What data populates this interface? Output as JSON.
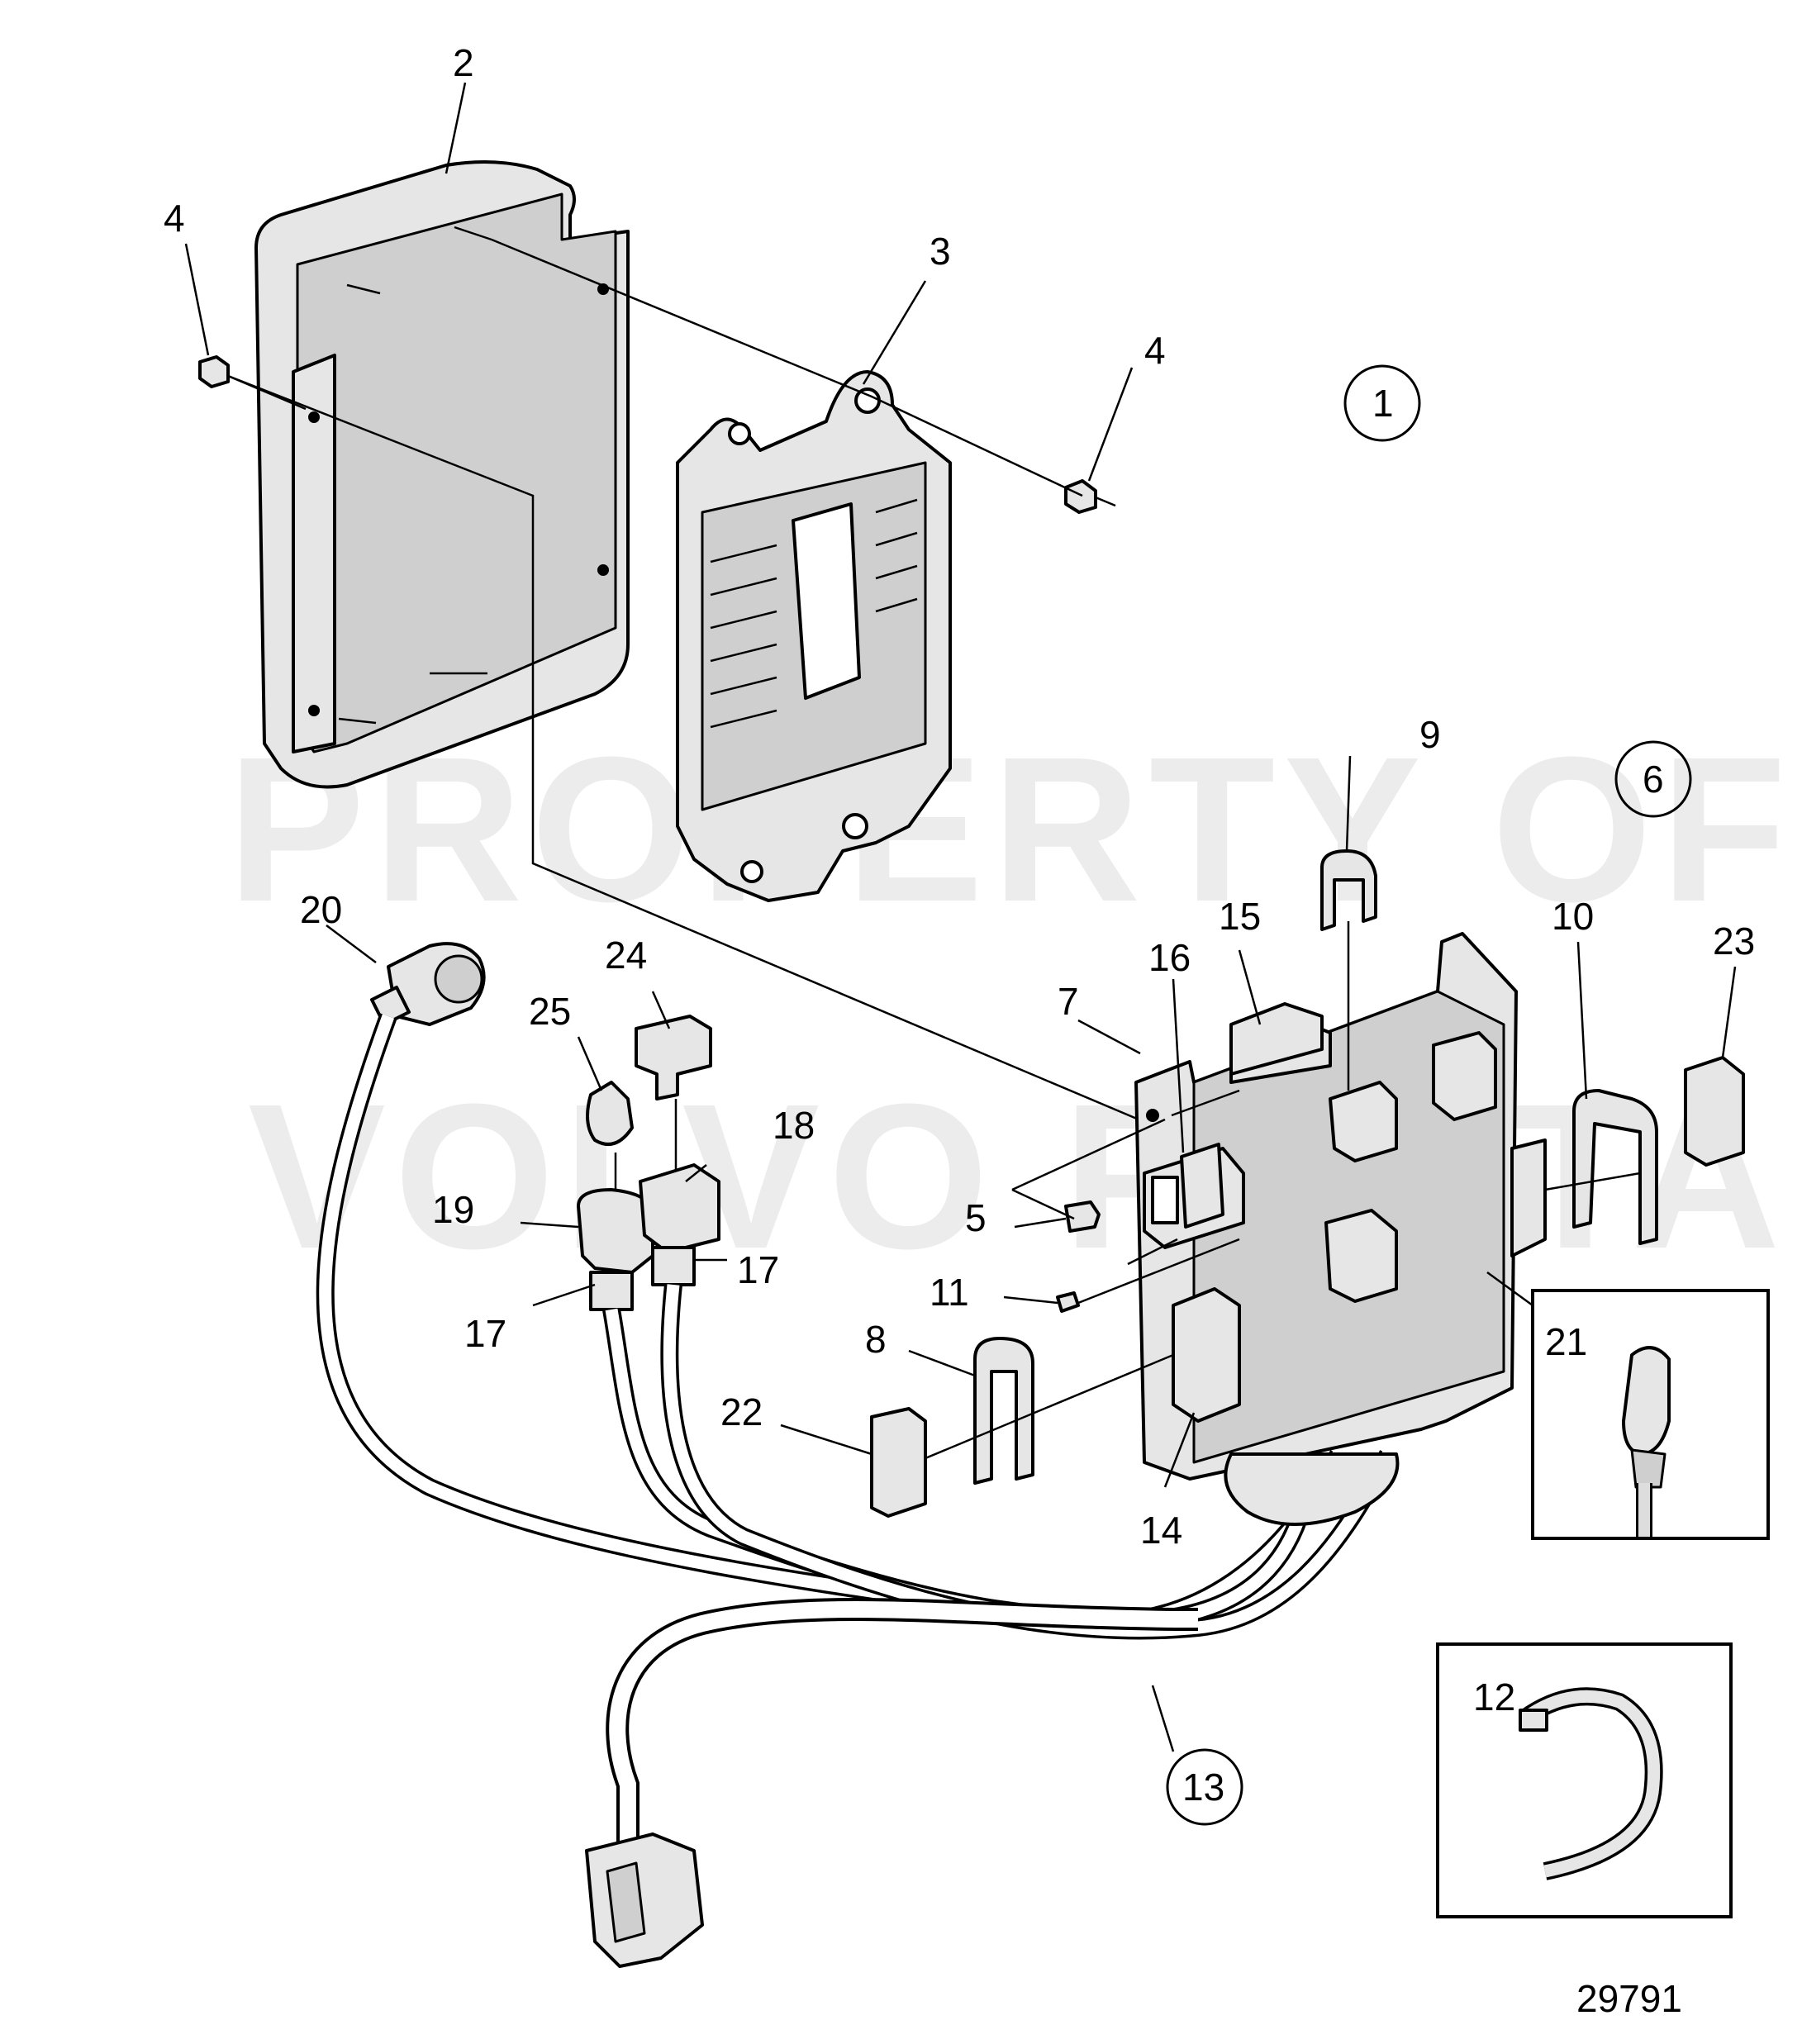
{
  "watermark": {
    "line1": "PROPERTY OF",
    "line2": "VOLVO PENTA"
  },
  "drawing_number": "29791",
  "callouts": {
    "c1": "1",
    "c2": "2",
    "c3": "3",
    "c4a": "4",
    "c4b": "4",
    "c5": "5",
    "c6": "6",
    "c7": "7",
    "c8": "8",
    "c9": "9",
    "c10": "10",
    "c11": "11",
    "c12": "12",
    "c13": "13",
    "c14": "14",
    "c15": "15",
    "c16": "16",
    "c17a": "17",
    "c17b": "17",
    "c18": "18",
    "c19": "19",
    "c20": "20",
    "c21": "21",
    "c22": "22",
    "c23": "23",
    "c24": "24",
    "c25": "25"
  }
}
